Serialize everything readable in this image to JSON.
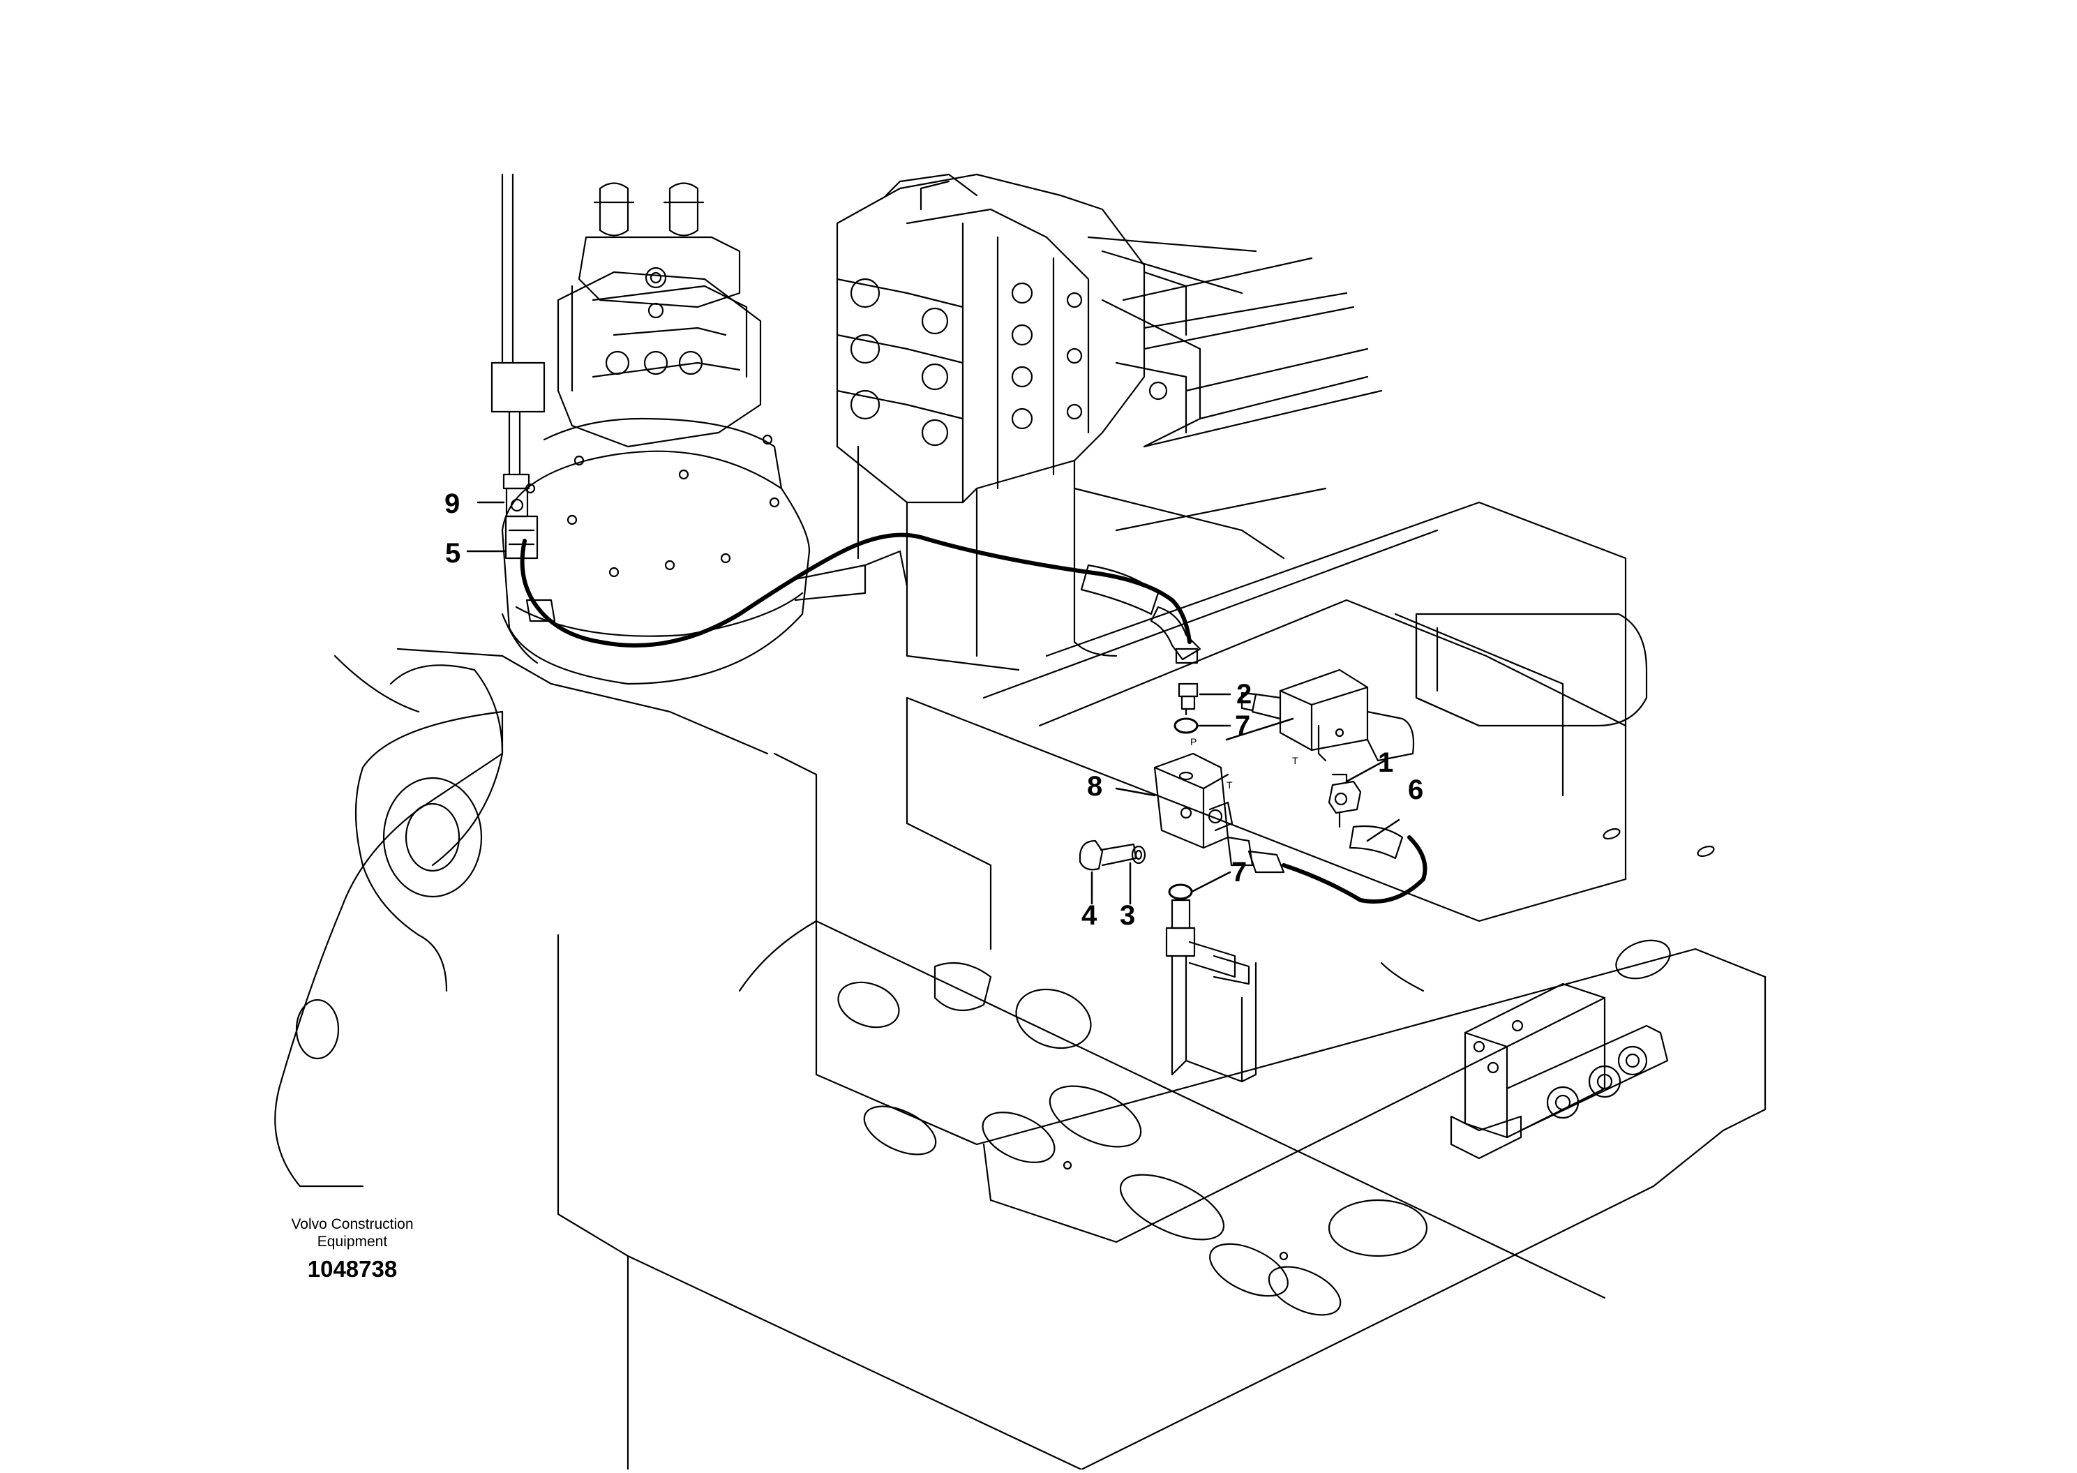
{
  "callouts": [
    {
      "id": "1",
      "label": "1"
    },
    {
      "id": "2",
      "label": "2"
    },
    {
      "id": "3",
      "label": "3"
    },
    {
      "id": "4",
      "label": "4"
    },
    {
      "id": "5",
      "label": "5"
    },
    {
      "id": "6",
      "label": "6"
    },
    {
      "id": "7a",
      "label": "7"
    },
    {
      "id": "7b",
      "label": "7"
    },
    {
      "id": "8",
      "label": "8"
    },
    {
      "id": "9",
      "label": "9"
    }
  ],
  "port_marks": {
    "p": "P",
    "t1": "T",
    "t2": "T"
  },
  "caption": {
    "company_line1": "Volvo Construction",
    "company_line2": "Equipment",
    "drawing_number": "1048738"
  }
}
